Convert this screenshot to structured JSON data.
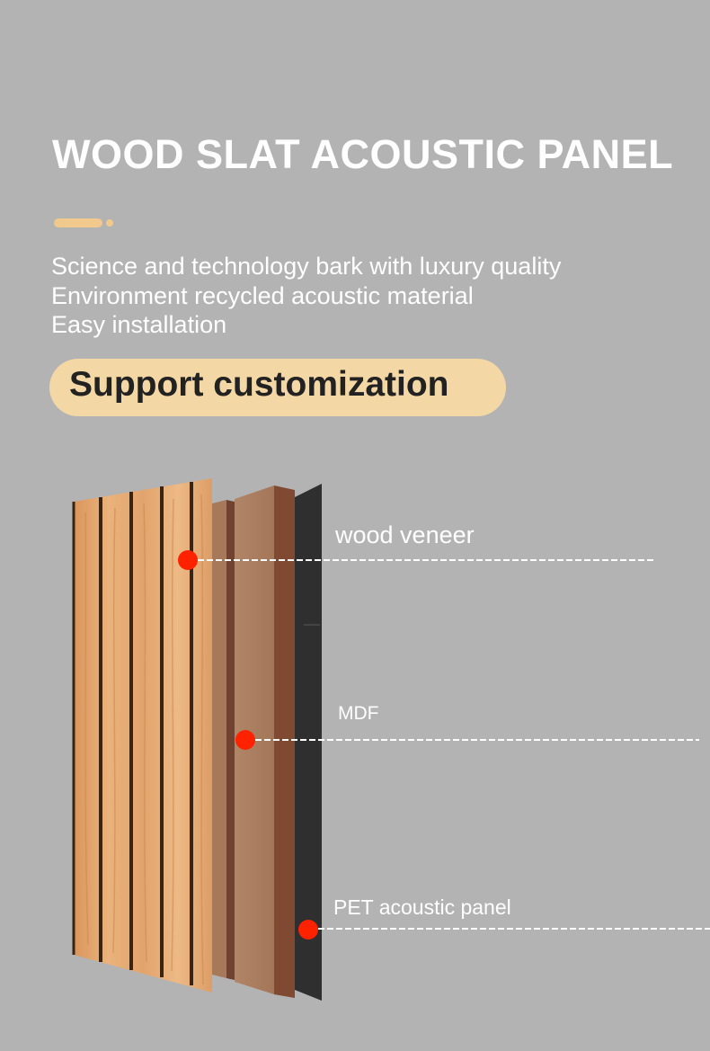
{
  "heading": "WOOD SLAT ACOUSTIC PANEL",
  "features": [
    "Science and technology bark with luxury quality",
    "Environment recycled acoustic material",
    "Easy installation"
  ],
  "badge": "Support customization",
  "layers": [
    {
      "label": "wood veneer"
    },
    {
      "label": "MDF"
    },
    {
      "label": "PET acoustic panel"
    }
  ],
  "colors": {
    "background": "#b3b3b3",
    "accent": "#f2c98d",
    "badge_fill": "#f3d7a5",
    "marker": "#ff2200",
    "veneer": "#e7a66b",
    "mdf": "#a97d5f",
    "pet": "#2f2f2f"
  }
}
